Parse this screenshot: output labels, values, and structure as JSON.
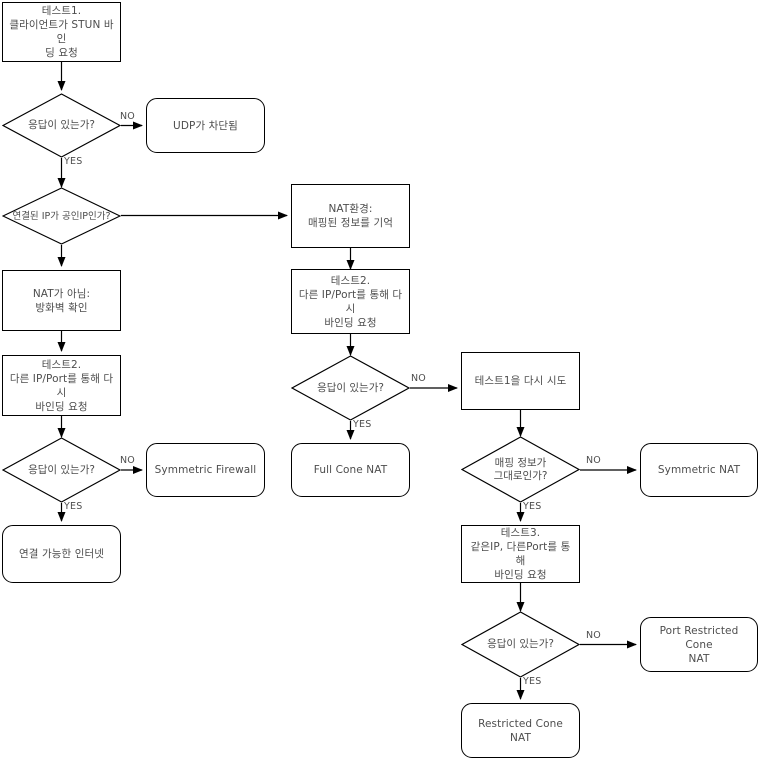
{
  "diagram": {
    "title": "STUN NAT type detection flowchart",
    "stroke_color": "#000000",
    "text_color": "#4d4d4d",
    "background": "#ffffff",
    "nodes": [
      {
        "id": "n_test1",
        "shape": "process",
        "label": "테스트1.\n클라이언트가 STUN 바인\n딩 요청"
      },
      {
        "id": "n_q1",
        "shape": "decision",
        "label": "응답이 있는가?"
      },
      {
        "id": "n_udp_blocked",
        "shape": "terminator",
        "label": "UDP가 차단됨"
      },
      {
        "id": "n_q2",
        "shape": "decision",
        "label": "연결된 IP가 공인IP인가?"
      },
      {
        "id": "n_nat_env",
        "shape": "process",
        "label": "NAT환경:\n매핑된 정보를 기억"
      },
      {
        "id": "n_not_nat",
        "shape": "process",
        "label": "NAT가 아님:\n방화벽 확인"
      },
      {
        "id": "n_test2_mid",
        "shape": "process",
        "label": "테스트2.\n다른 IP/Port를 통해 다시\n바인딩 요청"
      },
      {
        "id": "n_test2_left",
        "shape": "process",
        "label": "테스트2.\n다른 IP/Port를 통해 다시\n바인딩 요청"
      },
      {
        "id": "n_q3_mid",
        "shape": "decision",
        "label": "응답이 있는가?"
      },
      {
        "id": "n_q3_left",
        "shape": "decision",
        "label": "응답이 있는가?"
      },
      {
        "id": "n_full_cone",
        "shape": "terminator",
        "label": "Full Cone NAT"
      },
      {
        "id": "n_sym_firewall",
        "shape": "terminator",
        "label": "Symmetric Firewall"
      },
      {
        "id": "n_open_internet",
        "shape": "terminator",
        "label": "연결 가능한 인터넷"
      },
      {
        "id": "n_retry_test1",
        "shape": "process",
        "label": "테스트1을 다시 시도"
      },
      {
        "id": "n_q4",
        "shape": "decision",
        "label": "매핑 정보가\n그대로인가?"
      },
      {
        "id": "n_sym_nat",
        "shape": "terminator",
        "label": "Symmetric NAT"
      },
      {
        "id": "n_test3",
        "shape": "process",
        "label": "테스트3.\n같은IP, 다른Port를 통해\n바인딩 요청"
      },
      {
        "id": "n_q5",
        "shape": "decision",
        "label": "응답이 있는가?"
      },
      {
        "id": "n_port_rc_nat",
        "shape": "terminator",
        "label": "Port Restricted Cone\nNAT"
      },
      {
        "id": "n_rc_nat",
        "shape": "terminator",
        "label": "Restricted Cone NAT"
      }
    ],
    "edge_labels": {
      "q1_no": "NO",
      "q1_yes": "YES",
      "q3mid_no": "NO",
      "q3mid_yes": "YES",
      "q3left_no": "NO",
      "q3left_yes": "YES",
      "q4_no": "NO",
      "q4_yes": "YES",
      "q5_no": "NO",
      "q5_yes": "YES"
    }
  }
}
